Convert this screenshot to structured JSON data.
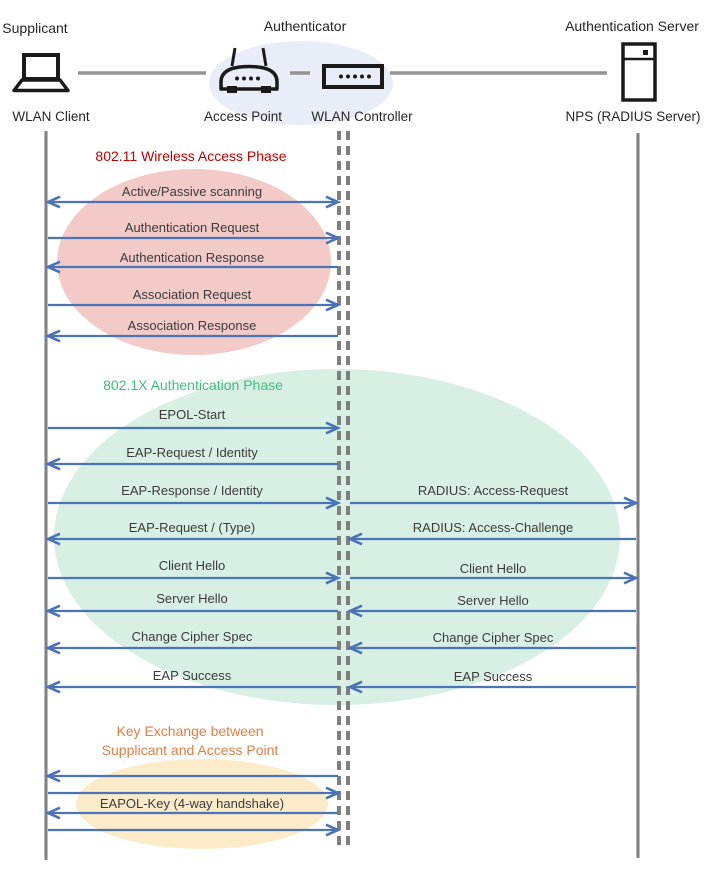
{
  "roles": [
    {
      "label": "Supplicant"
    },
    {
      "label": "Authenticator"
    },
    {
      "label": "Authentication Server"
    }
  ],
  "devices": [
    {
      "label": "WLAN Client",
      "icon": "laptop-icon"
    },
    {
      "label": "Access Point",
      "icon": "access-point-icon"
    },
    {
      "label": "WLAN Controller",
      "icon": "wlan-controller-icon"
    },
    {
      "label": "NPS (RADIUS Server)",
      "icon": "server-icon"
    }
  ],
  "phases": [
    {
      "title_lines": [
        "802.11 Wireless Access Phase"
      ],
      "title_color": "#C00000",
      "ellipse_color": "#F2CAC8",
      "messages": [
        {
          "label": "Active/Passive scanning",
          "span": "supplicant-authenticator",
          "direction": "both"
        },
        {
          "label": "Authentication Request",
          "span": "supplicant-authenticator",
          "direction": "right"
        },
        {
          "label": "Authentication Response",
          "span": "supplicant-authenticator",
          "direction": "left"
        },
        {
          "label": "Association Request",
          "span": "supplicant-authenticator",
          "direction": "right"
        },
        {
          "label": "Association Response",
          "span": "supplicant-authenticator",
          "direction": "left"
        }
      ]
    },
    {
      "title_lines": [
        "802.1X Authentication Phase"
      ],
      "title_color": "#42BE82",
      "ellipse_color": "#D8EFE3",
      "messages": [
        {
          "label": "EPOL-Start",
          "span": "supplicant-authenticator",
          "direction": "right"
        },
        {
          "label": "EAP-Request / Identity",
          "span": "supplicant-authenticator",
          "direction": "left"
        },
        {
          "label": "EAP-Response / Identity",
          "span": "supplicant-authenticator",
          "direction": "right"
        },
        {
          "label": "RADIUS: Access-Request",
          "span": "authenticator-server",
          "direction": "right"
        },
        {
          "label": "EAP-Request / (Type)",
          "span": "supplicant-authenticator",
          "direction": "left"
        },
        {
          "label": "RADIUS: Access-Challenge",
          "span": "authenticator-server",
          "direction": "left"
        },
        {
          "label": "Client Hello",
          "span": "supplicant-authenticator",
          "direction": "right"
        },
        {
          "label": "Client Hello",
          "span": "authenticator-server",
          "direction": "right"
        },
        {
          "label": "Server Hello",
          "span": "supplicant-authenticator",
          "direction": "left"
        },
        {
          "label": "Server Hello",
          "span": "authenticator-server",
          "direction": "left"
        },
        {
          "label": "Change Cipher Spec",
          "span": "supplicant-authenticator",
          "direction": "left"
        },
        {
          "label": "Change Cipher Spec",
          "span": "authenticator-server",
          "direction": "left"
        },
        {
          "label": "EAP Success",
          "span": "supplicant-authenticator",
          "direction": "left"
        },
        {
          "label": "EAP Success",
          "span": "authenticator-server",
          "direction": "left"
        }
      ]
    },
    {
      "title_lines": [
        "Key Exchange between",
        "Supplicant and Access Point"
      ],
      "title_color": "#DD8047",
      "ellipse_color": "#FCEBC9",
      "messages": [
        {
          "label": "",
          "span": "supplicant-authenticator",
          "direction": "left"
        },
        {
          "label": "",
          "span": "supplicant-authenticator",
          "direction": "right"
        },
        {
          "label": "EAPOL-Key (4-way handshake)",
          "span": "supplicant-authenticator",
          "direction": "left"
        },
        {
          "label": "",
          "span": "supplicant-authenticator",
          "direction": "right"
        }
      ]
    }
  ],
  "colors": {
    "arrow": "#4B73B8",
    "lifeline": "#7F7F7F",
    "connector": "#949494",
    "message_text": "#3B3B3B",
    "header_text": "#262626",
    "header_ellipse": "#E9EDF7",
    "icon_stroke": "#1A1A1A"
  }
}
